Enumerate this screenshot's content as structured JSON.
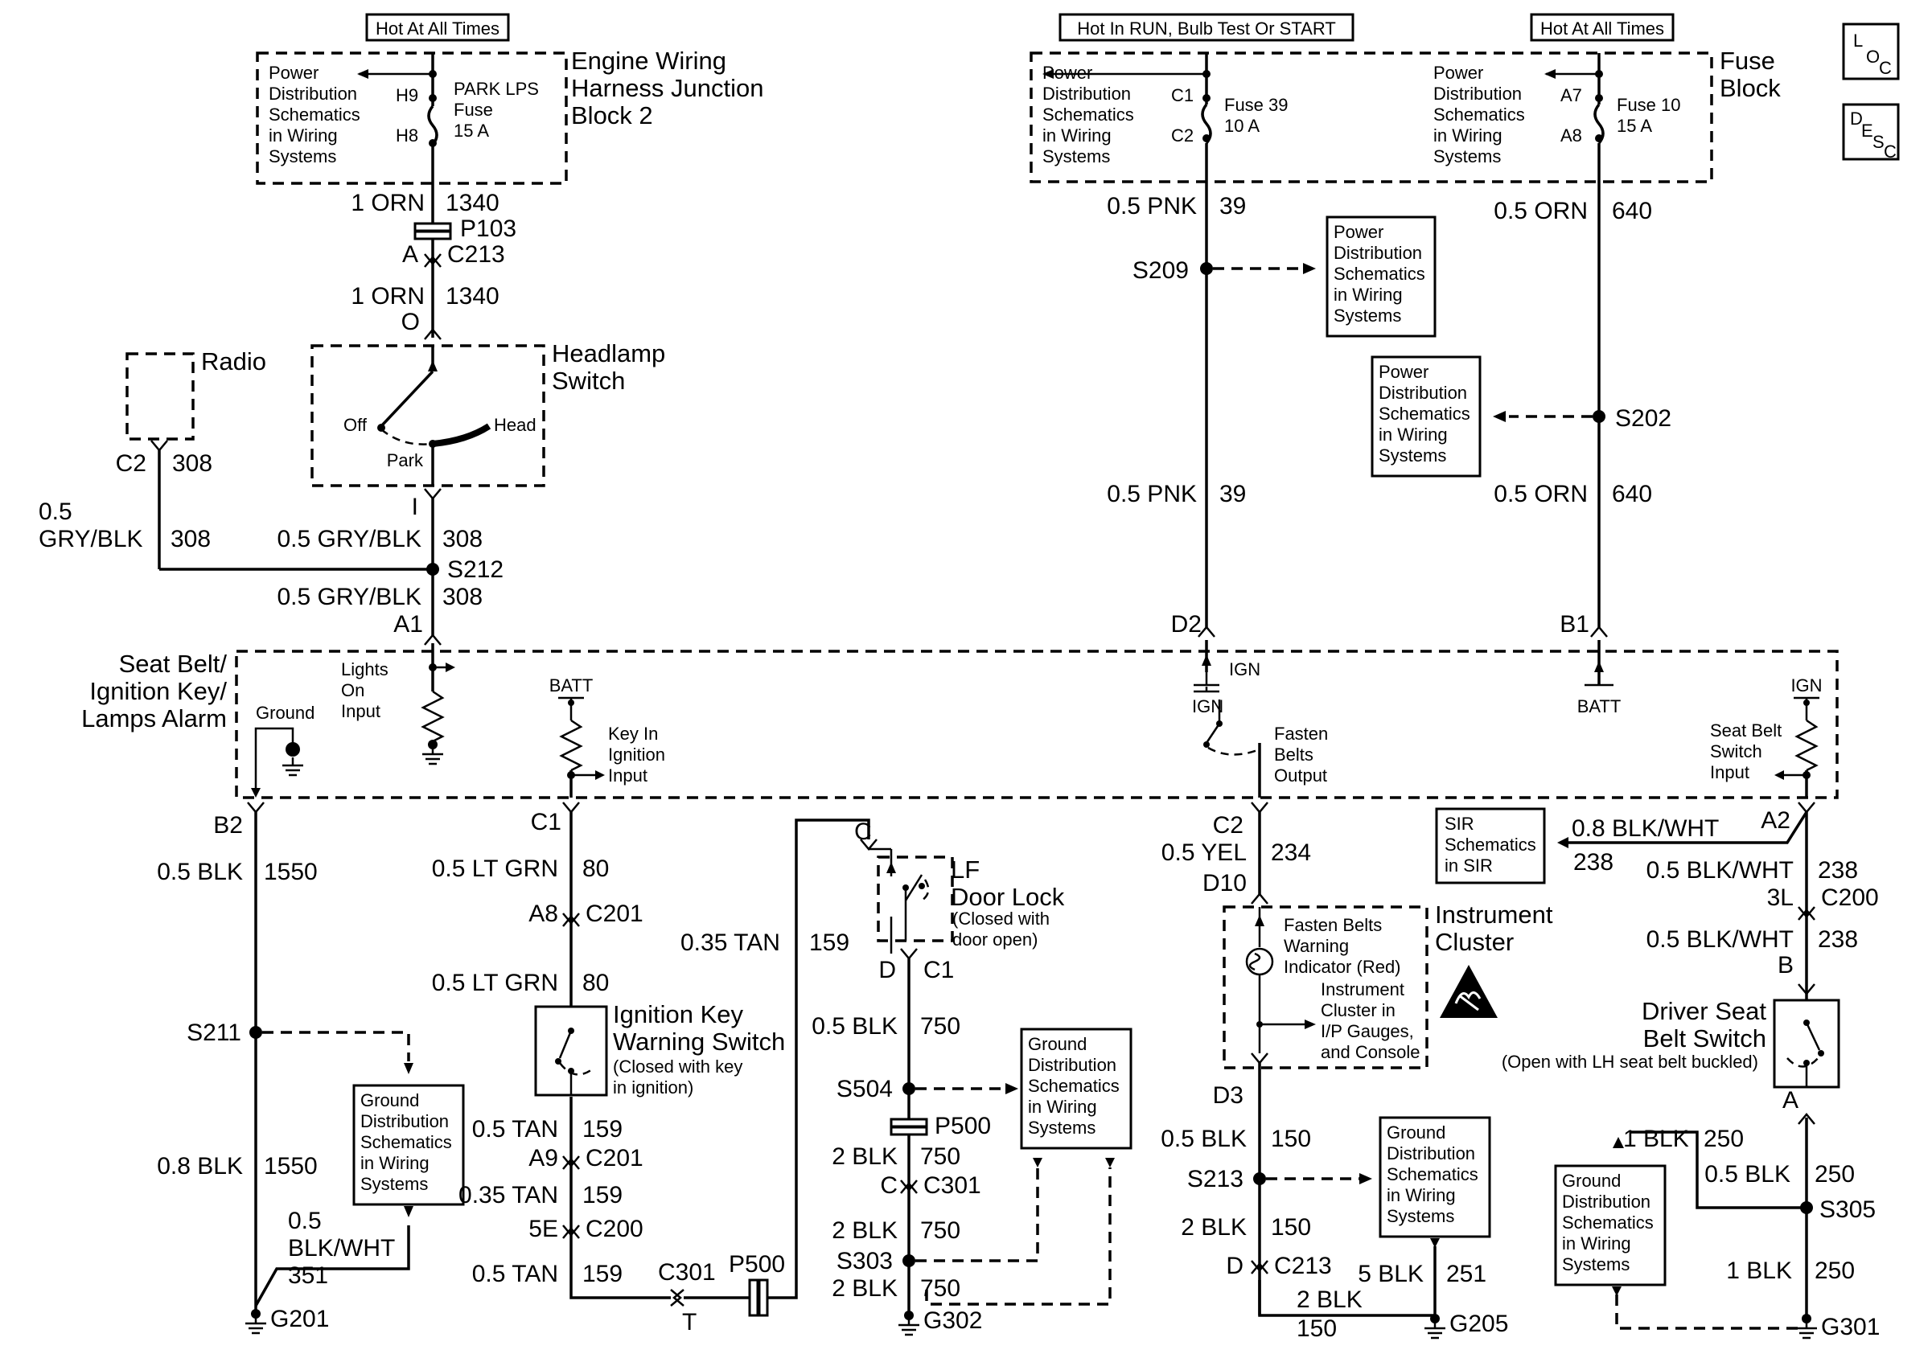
{
  "headers": {
    "hot_left": "Hot At All Times",
    "hot_mid": "Hot In RUN, Bulb Test Or START",
    "hot_right": "Hot At All Times"
  },
  "fuse_blocks": {
    "engine_block_title": [
      "Engine Wiring",
      "Harness Junction",
      "Block 2"
    ],
    "fuse_block_title": [
      "Fuse",
      "Block"
    ],
    "park_fuse": [
      "PARK LPS",
      "Fuse",
      "15 A"
    ],
    "fuse39": [
      "Fuse 39",
      "10 A"
    ],
    "fuse10": [
      "Fuse 10",
      "15 A"
    ],
    "pins": {
      "h9": "H9",
      "h8": "H8",
      "c1": "C1",
      "c2": "C2",
      "a7": "A7",
      "a8": "A8"
    }
  },
  "reference_boxes": {
    "power_dist": [
      "Power",
      "Distribution",
      "Schematics",
      "in Wiring",
      "Systems"
    ],
    "ground_dist": [
      "Ground",
      "Distribution",
      "Schematics",
      "in Wiring",
      "Systems"
    ],
    "sir": [
      "SIR",
      "Schematics",
      "in SIR"
    ]
  },
  "badges": {
    "loc": [
      "L",
      "O",
      "C"
    ],
    "desc": [
      "D",
      "E",
      "S",
      "C"
    ]
  },
  "components": {
    "radio": "Radio",
    "headlamp_switch": [
      "Headlamp",
      "Switch"
    ],
    "headlamp_positions": {
      "off": "Off",
      "park": "Park",
      "head": "Head"
    },
    "alarm_module": [
      "Seat Belt/",
      "Ignition Key/",
      "Lamps Alarm"
    ],
    "alarm_inputs": {
      "ground": "Ground",
      "lights_on": [
        "Lights",
        "On",
        "Input"
      ],
      "batt": "BATT",
      "key_in": [
        "Key In",
        "Ignition",
        "Input"
      ],
      "ign": "IGN",
      "fasten_belts": [
        "Fasten",
        "Belts",
        "Output"
      ],
      "seat_belt_switch": [
        "Seat Belt",
        "Switch",
        "Input"
      ]
    },
    "ignition_key_switch": [
      "Ignition Key",
      "Warning Switch"
    ],
    "ignition_key_note": [
      "(Closed with key",
      "in ignition)"
    ],
    "lf_door_lock": [
      "LF",
      "Door Lock"
    ],
    "door_lock_note": [
      "(Closed with",
      "door open)"
    ],
    "instrument_cluster": [
      "Instrument",
      "Cluster"
    ],
    "fasten_indicator": [
      "Fasten Belts",
      "Warning",
      "Indicator (Red)"
    ],
    "cluster_note": [
      "Instrument",
      "Cluster in",
      "I/P Gauges,",
      "and Console"
    ],
    "driver_switch": [
      "Driver Seat",
      "Belt Switch"
    ],
    "driver_switch_note": "(Open with LH seat belt buckled)"
  },
  "wires": {
    "orn1340": "1 ORN",
    "c1340": "1340",
    "p103": "P103",
    "c213_conn": "C213",
    "pin_a": "A",
    "pin_o": "O",
    "c2": "C2",
    "c308": "308",
    "gry_05": "0.5",
    "gry_blk": "GRY/BLK",
    "gry_full": "0.5 GRY/BLK",
    "s212": "S212",
    "pin_i": "I",
    "pin_a1": "A1",
    "pink": "0.5 PNK",
    "c39": "39",
    "s209": "S209",
    "pin_d2": "D2",
    "orange": "0.5 ORN",
    "c640": "640",
    "s202": "S202",
    "pin_b1": "B1",
    "pin_b2": "B2",
    "blk05": "0.5 BLK",
    "c1550": "1550",
    "s211": "S211",
    "blk08": "0.8 BLK",
    "blkwht_lbl": "BLK/WHT",
    "c351": "351",
    "g201": "G201",
    "pin_c1": "C1",
    "ltgrn": "0.5 LT GRN",
    "c80": "80",
    "pin_a8": "A8",
    "c201": "C201",
    "tan05": "0.5 TAN",
    "c159": "159",
    "pin_a9": "A9",
    "tan035": "0.35 TAN",
    "pin_5e": "5E",
    "c200": "C200",
    "c301": "C301",
    "p500": "P500",
    "pin_t": "T",
    "pin_c": "C",
    "pin_d": "D",
    "c750": "750",
    "s504": "S504",
    "blk2": "2 BLK",
    "s303": "S303",
    "g302": "G302",
    "pin_c2": "C2",
    "yel": "0.5 YEL",
    "c234": "234",
    "pin_d10": "D10",
    "pin_d3": "D3",
    "c150": "150",
    "s213": "S213",
    "blk5": "5 BLK",
    "c251": "251",
    "g205": "G205",
    "pin_a2": "A2",
    "blkwht08": "0.8 BLK/WHT",
    "c238": "238",
    "blkwht05": "0.5 BLK/WHT",
    "pin_3l": "3L",
    "pin_b": "B",
    "blk1": "1 BLK",
    "c250": "250",
    "s305": "S305",
    "g301": "G301"
  }
}
